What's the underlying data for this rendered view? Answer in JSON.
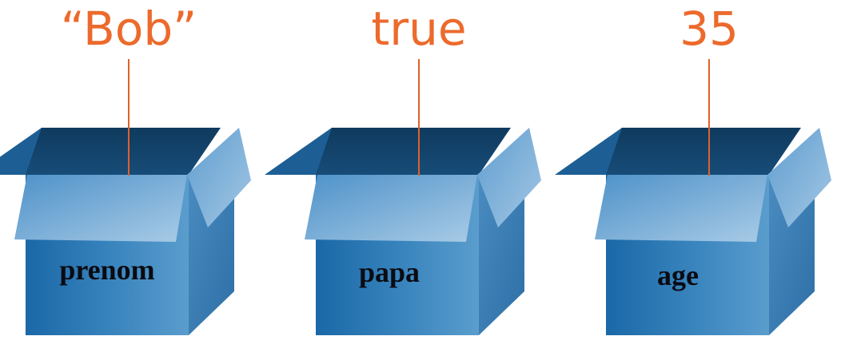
{
  "variables": [
    {
      "name": "prenom",
      "value": "“Bob”"
    },
    {
      "name": "papa",
      "value": "true"
    },
    {
      "name": "age",
      "value": "35"
    }
  ],
  "colors": {
    "value_text": "#ec6a2c",
    "string_line": "#e0612a",
    "box_front_dark": "#1c6eae",
    "box_front_light": "#4f95c8",
    "box_side": "#3f7fb3",
    "box_inside": "#103e63",
    "flap_light": "#a9cbe6",
    "flap_mid": "#6fa6d3",
    "label_text": "#0b0b12"
  }
}
